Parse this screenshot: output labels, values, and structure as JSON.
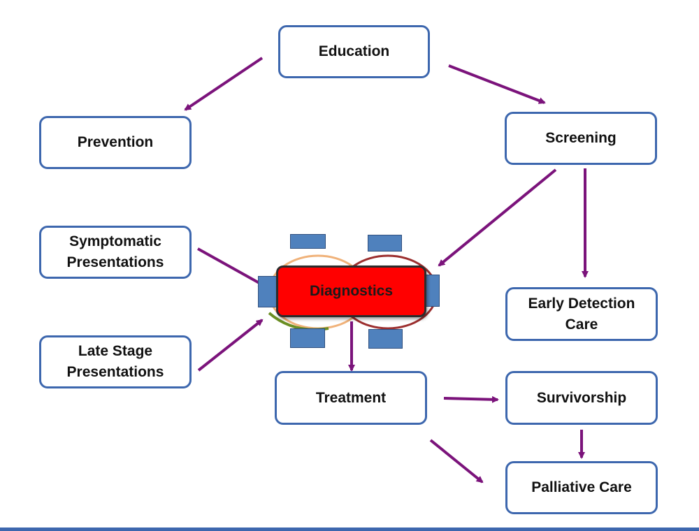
{
  "diagram": {
    "nodes": {
      "education": {
        "label": "Education"
      },
      "prevention": {
        "label": "Prevention"
      },
      "screening": {
        "label": "Screening"
      },
      "symptomatic": {
        "line1": "Symptomatic",
        "line2": "Presentations"
      },
      "late_stage": {
        "line1": "Late Stage",
        "line2": "Presentations"
      },
      "diagnostics": {
        "label": "Diagnostics"
      },
      "early_detection": {
        "line1": "Early Detection",
        "line2": "Care"
      },
      "treatment": {
        "label": "Treatment"
      },
      "survivorship": {
        "label": "Survivorship"
      },
      "palliative": {
        "label": "Palliative Care"
      }
    },
    "edges": [
      {
        "from": "education",
        "to": "prevention"
      },
      {
        "from": "education",
        "to": "screening"
      },
      {
        "from": "screening",
        "to": "diagnostics"
      },
      {
        "from": "screening",
        "to": "early_detection"
      },
      {
        "from": "symptomatic",
        "to": "diagnostics"
      },
      {
        "from": "late_stage",
        "to": "diagnostics"
      },
      {
        "from": "diagnostics",
        "to": "treatment"
      },
      {
        "from": "treatment",
        "to": "survivorship"
      },
      {
        "from": "treatment",
        "to": "palliative"
      },
      {
        "from": "survivorship",
        "to": "palliative"
      }
    ],
    "colors": {
      "node_border": "#3d67ae",
      "arrow": "#7b137b",
      "diagnostics_fill": "#ff0000",
      "mini_box": "#4f81bd"
    }
  }
}
